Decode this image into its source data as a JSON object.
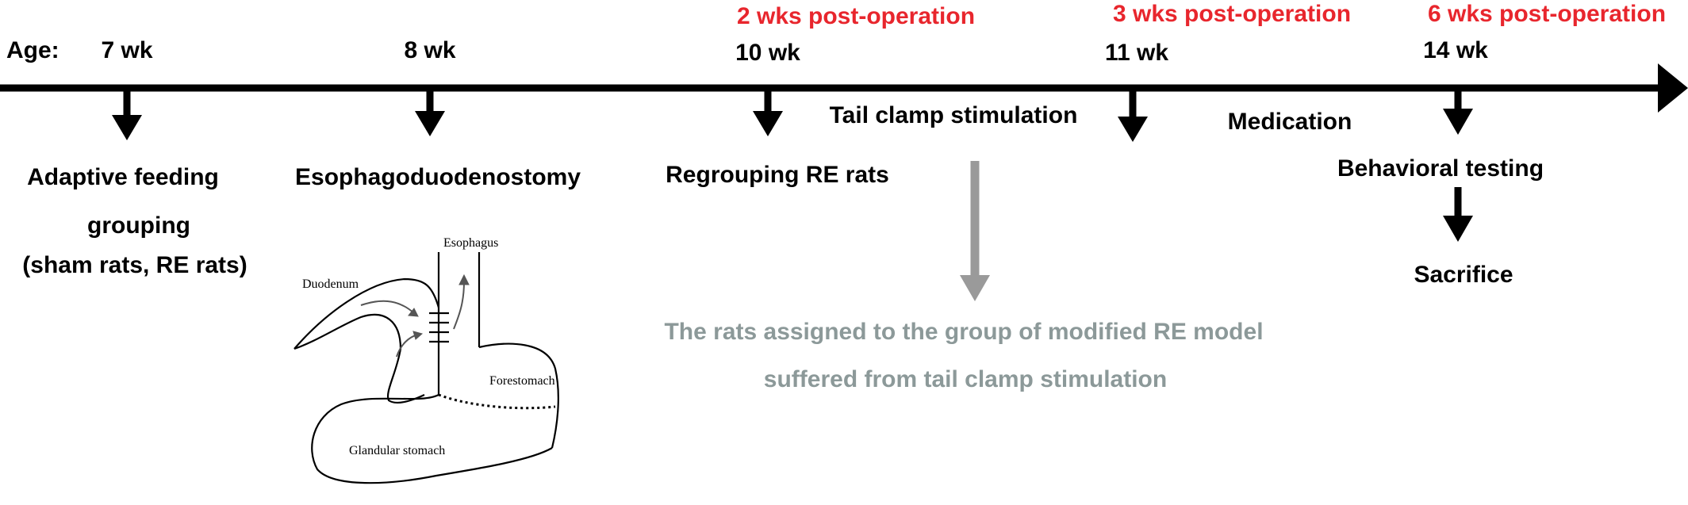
{
  "timeline": {
    "age_label": "Age:",
    "ticks": [
      {
        "age": "7 wk",
        "post_op": "",
        "event_lines": [
          "Adaptive feeding",
          "grouping",
          "(sham rats, RE rats)"
        ]
      },
      {
        "age": "8 wk",
        "post_op": "",
        "event_lines": [
          "Esophagoduodenostomy"
        ]
      },
      {
        "age": "10 wk",
        "post_op": "2 wks post-operation",
        "event_lines": [
          "Regrouping RE rats"
        ]
      },
      {
        "age": "11 wk",
        "post_op": "3 wks post-operation",
        "event_lines": []
      },
      {
        "age": "14 wk",
        "post_op": "6 wks post-operation",
        "event_lines": [
          "Behavioral testing"
        ]
      }
    ],
    "between_labels": {
      "tail_clamp": "Tail clamp stimulation",
      "medication": "Medication"
    },
    "final_step": "Sacrifice"
  },
  "note": {
    "lines": [
      "The rats assigned to the group of modified RE model",
      "suffered  from tail clamp stimulation"
    ]
  },
  "sketch": {
    "labels": {
      "esophagus": "Esophagus",
      "duodenum": "Duodenum",
      "forestomach": "Forestomach",
      "glandular": "Glandular stomach"
    }
  },
  "colors": {
    "black": "#000000",
    "red": "#e8262d",
    "gray": "#9a9a9a",
    "note_text": "#8c9999"
  }
}
